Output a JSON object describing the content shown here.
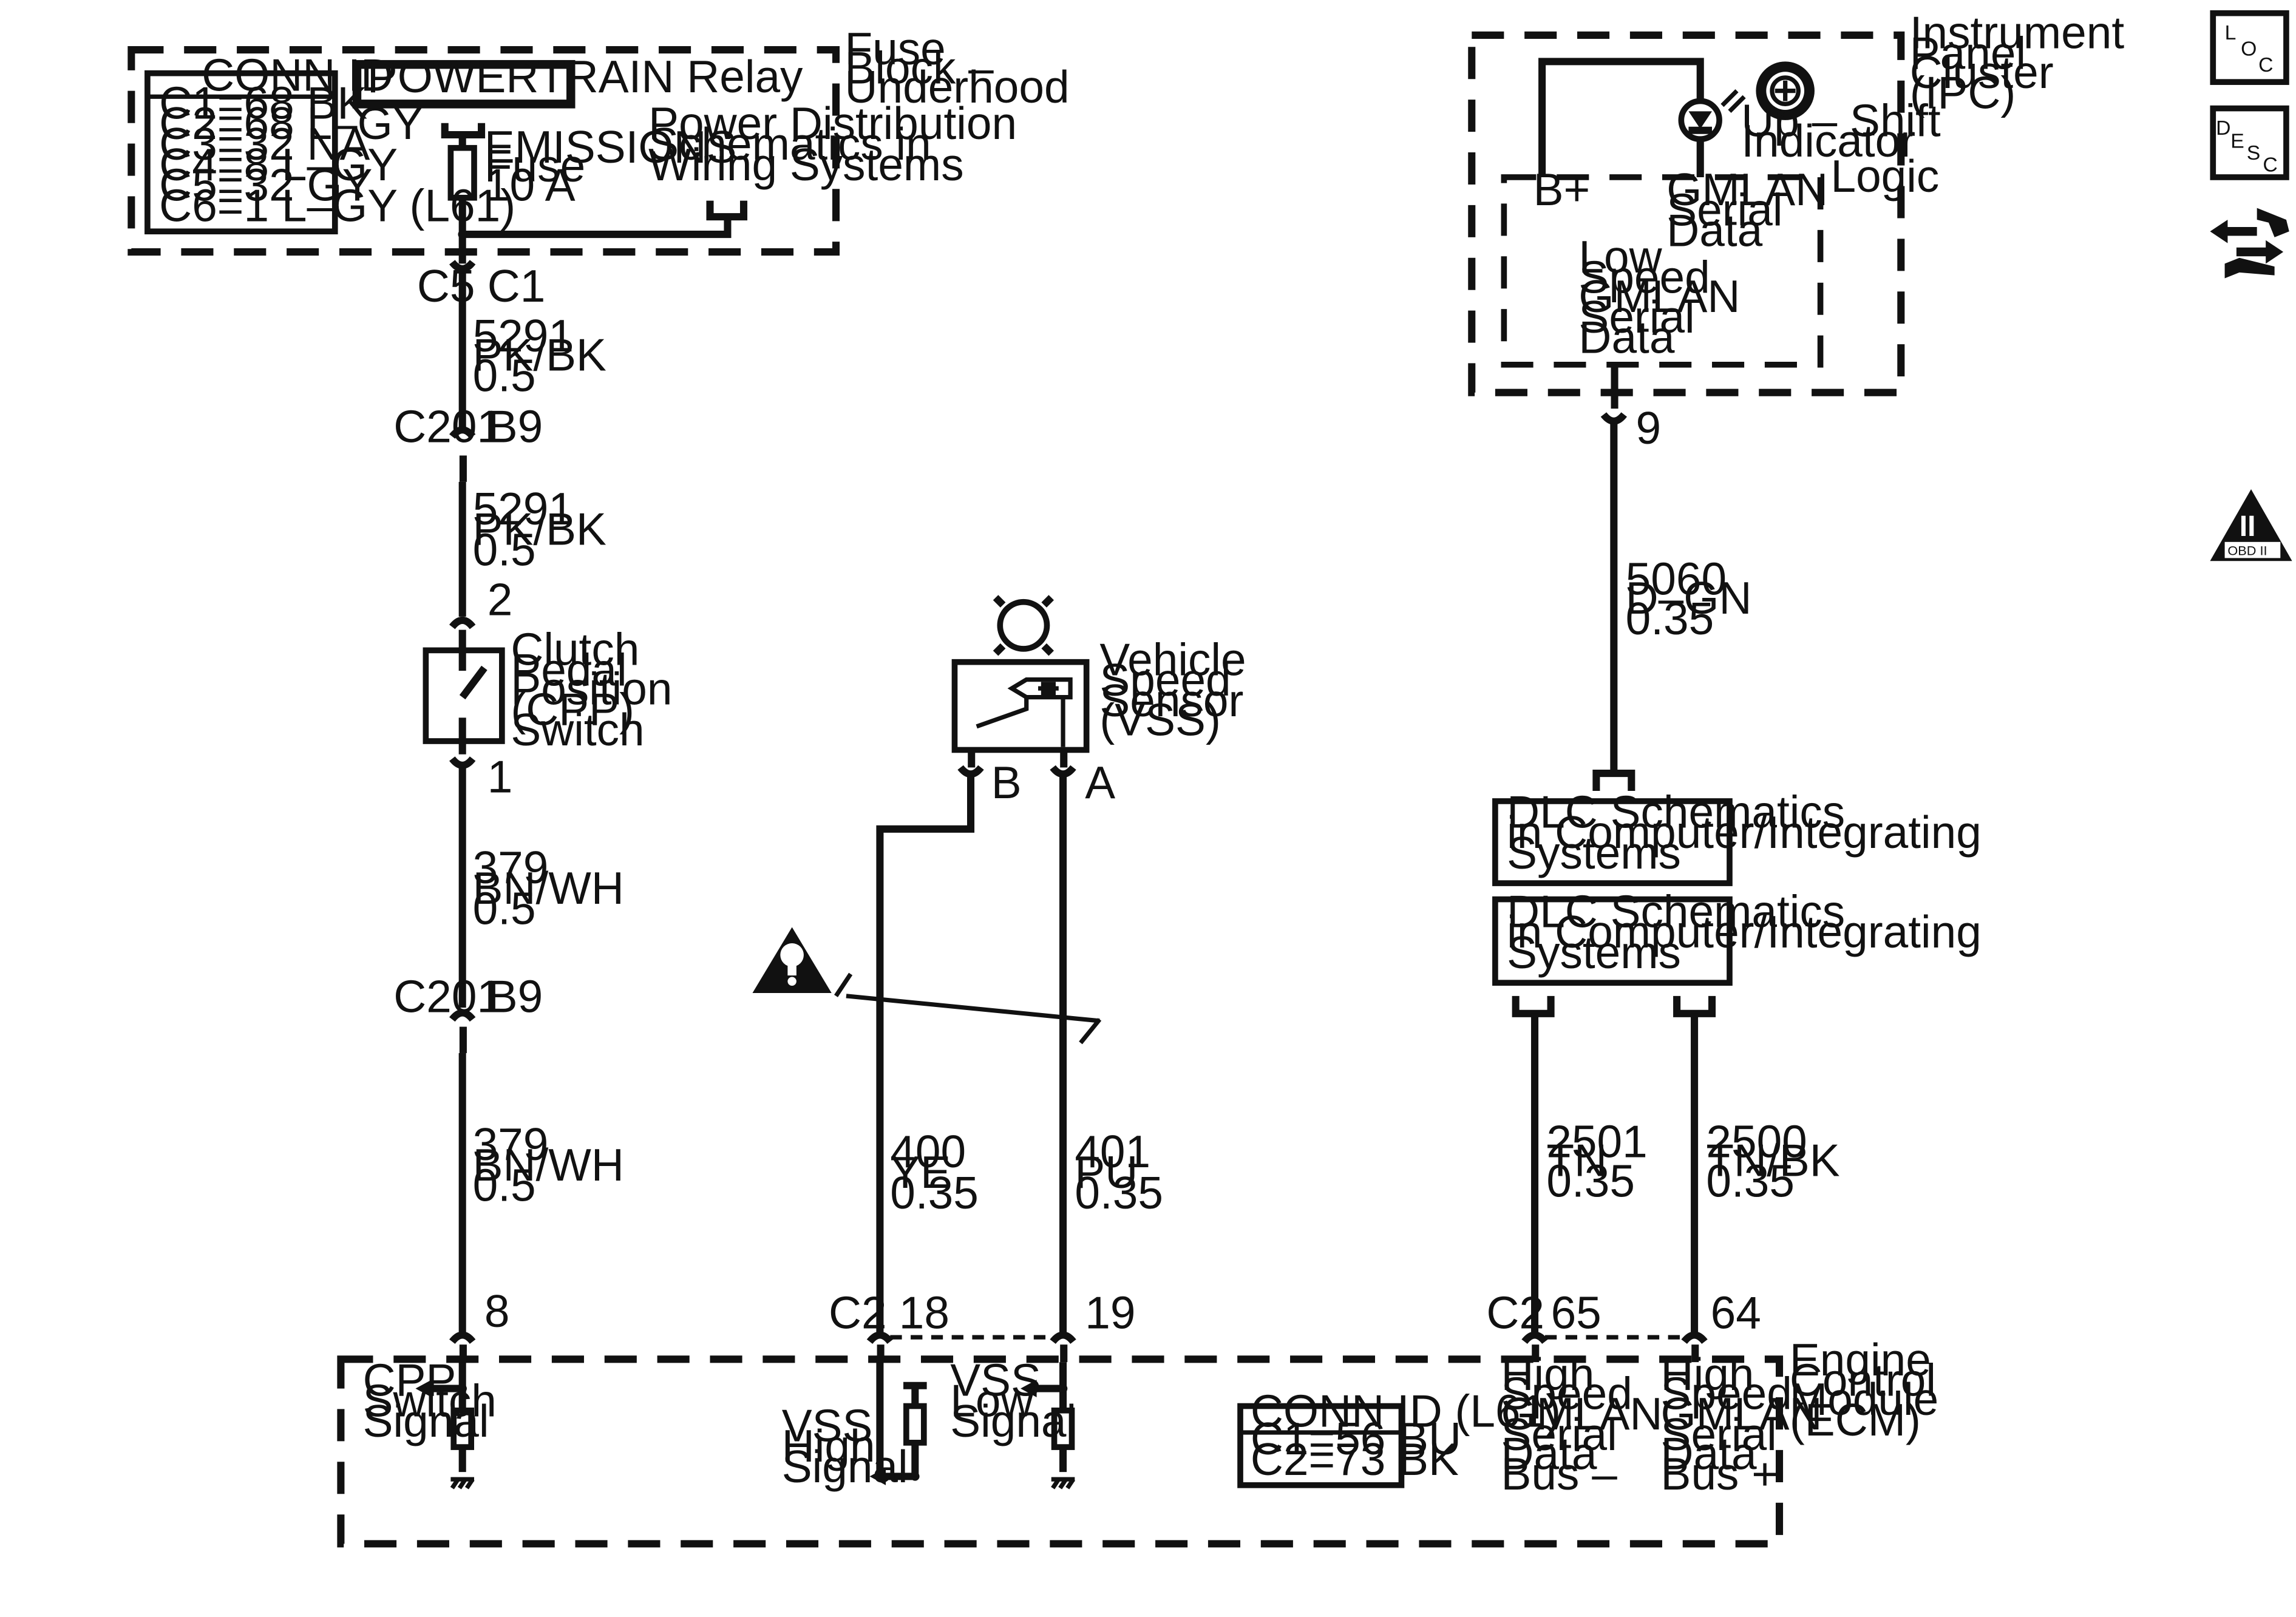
{
  "fuse_block": {
    "title": [
      "Fuse",
      "Block –",
      "Underhood"
    ],
    "conn_id_title": "CONN ID",
    "conn_rows": [
      "C1=68 BK",
      "C2=68 L–GY",
      "C3=32 NA",
      "C4=8 L–GY",
      "C5=32 GY",
      "C6=1 L–GY (L61)"
    ],
    "relay": "POWERTRAIN Relay",
    "fuse": [
      "EMISSIONS",
      "Fuse",
      "10 A"
    ],
    "power_dist": [
      "Power Distribution",
      "Schematics in",
      "Wiring Systems"
    ]
  },
  "left_circuit": {
    "conn_c5": "C5",
    "conn_c1": "C1",
    "wire1": [
      "5291",
      "PK/BK",
      "0.5"
    ],
    "c201_a": "C201",
    "b9_a": "B9",
    "wire2": [
      "5291",
      "PK/BK",
      "0.5"
    ],
    "pin2": "2",
    "switch": [
      "Clutch",
      "Pedal",
      "Position",
      "(CPP)",
      "Switch"
    ],
    "pin1": "1",
    "wire3": [
      "379",
      "BN/WH",
      "0.5"
    ],
    "c201_b": "C201",
    "b9_b": "B9",
    "wire4": [
      "379",
      "BN/WH",
      "0.5"
    ],
    "pin8": "8"
  },
  "vss": {
    "label": [
      "Vehicle",
      "Speed",
      "Sensor",
      "(VSS)"
    ],
    "pin_b": "B",
    "pin_a": "A",
    "wire_ye": [
      "400",
      "YE",
      "0.35"
    ],
    "wire_pu": [
      "401",
      "PU",
      "0.35"
    ],
    "c2": "C2",
    "pin18": "18",
    "pin19": "19"
  },
  "ipc": {
    "title": [
      "Instrument",
      "Panel",
      "Cluster",
      "(IPC)"
    ],
    "upshift": [
      "Up – Shift",
      "Indicator"
    ],
    "logic": "Logic",
    "bplus": "B+",
    "gmlan": [
      "GMLAN",
      "Serial",
      "Data"
    ],
    "low_speed": [
      "Low",
      "Speed",
      "GMLAN",
      "Serial",
      "Data"
    ],
    "pin9": "9",
    "wire": [
      "5060",
      "D–GN",
      "0.35"
    ]
  },
  "dlc": {
    "box1": [
      "DLC Schematics",
      "in Computer/Integrating",
      "Systems"
    ],
    "box2": [
      "DLC Schematics",
      "in Computer/Integrating",
      "Systems"
    ],
    "wire_tn": [
      "2501",
      "TN",
      "0.35"
    ],
    "wire_tnbk": [
      "2500",
      "TN/BK",
      "0.35"
    ],
    "c2": "C2",
    "pin65": "65",
    "pin64": "64"
  },
  "ecm": {
    "title": [
      "Engine",
      "Control",
      "Module",
      "(ECM)"
    ],
    "cpp_signal": [
      "CPP",
      "Switch",
      "Signal"
    ],
    "vss_high": [
      "VSS",
      "High",
      "Signal"
    ],
    "vss_low": [
      "VSS",
      "Low",
      "Signal"
    ],
    "conn_title": "CONN ID (L61)",
    "conn_rows": [
      "C1=56 BU",
      "C2=73 BK"
    ],
    "hs_minus": [
      "High",
      "Speed",
      "GMLAN",
      "Serial",
      "Data",
      "Bus –"
    ],
    "hs_plus": [
      "High",
      "Speed",
      "GMLAN",
      "Serial",
      "Data",
      "Bus +"
    ]
  },
  "side_icons": {
    "loc": [
      "L",
      "O",
      "C"
    ],
    "desc": [
      "D",
      "E",
      "S",
      "C"
    ],
    "obd": [
      "II",
      "OBD II"
    ]
  }
}
